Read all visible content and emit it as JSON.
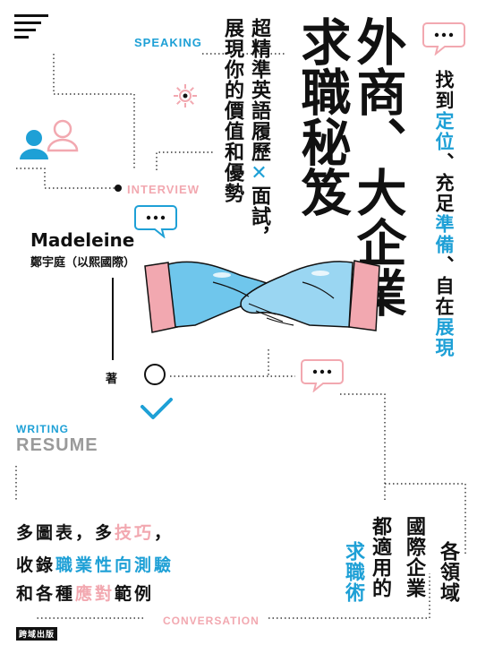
{
  "cover": {
    "title_col1": "外商、大企業",
    "title_col2": "求職秘笈",
    "subtitle_col1": "超精準英語履歷",
    "subtitle_cross": "✕",
    "subtitle_col1b": "面試，",
    "subtitle_col2": "展現你的價值和優勢",
    "tagline": [
      {
        "text": "找到",
        "color": "#111111"
      },
      {
        "text": "定位",
        "color": "#1ea0d6"
      },
      {
        "text": "、充足",
        "color": "#111111"
      },
      {
        "text": "準備",
        "color": "#1ea0d6"
      },
      {
        "text": "、自在",
        "color": "#111111"
      },
      {
        "text": "展現",
        "color": "#1ea0d6"
      }
    ],
    "author_en": "Madeleine",
    "author_zh": "鄭宇庭（以熙國際）",
    "author_role": "著",
    "labels": {
      "speaking": "SPEAKING",
      "interview": "INTERVIEW",
      "writing": "WRITING",
      "resume": "RESUME",
      "conversation": "CONVERSATION"
    },
    "bottom_left": {
      "line1_a": "多圖表，多",
      "line1_b": "技巧",
      "line1_c": "，",
      "line2_a": "收錄",
      "line2_b": "職業性向測驗",
      "line3_a": "和各種",
      "line3_b": "應對",
      "line3_c": "範例"
    },
    "bottom_right": {
      "col1": "各領域",
      "col2": "國際企業",
      "col3_a": "都適用的",
      "col3_b": "求職術"
    },
    "publisher": "跨域出版",
    "colors": {
      "blue": "#1ea0d6",
      "pink": "#f2a8b0",
      "black": "#111111",
      "gray": "#9a9a9a"
    }
  }
}
